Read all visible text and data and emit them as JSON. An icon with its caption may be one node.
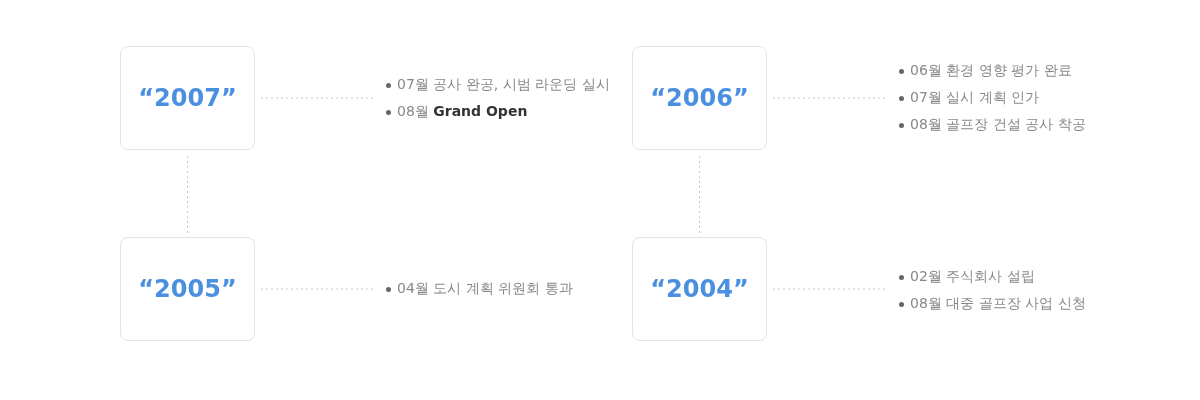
{
  "diagram": {
    "nodes": [
      {
        "text": [
          "“2007”"
        ]
      },
      {
        "text": [
          "07월 공사 완공, 시범 라운딩 실시",
          "08월 **Grand Open**"
        ]
      },
      {
        "text": [
          "“2006”"
        ]
      },
      {
        "text": [
          "06월 환경 영향 평가 완료",
          "07월 실시 계획 인가",
          "08월 골프장 건설 공사 착공"
        ]
      },
      {
        "text": [
          "“2005”"
        ]
      },
      {
        "text": [
          "04월 도시 계획 위원회 통과"
        ]
      },
      {
        "text": [
          "“2004”"
        ]
      },
      {
        "text": [
          "02월 주식회사 설립",
          "08월 대중 골프장 사업 신청"
        ]
      }
    ],
    "edges": [
      {
        "from": 0,
        "to": 1,
        "arrow": "none",
        "style": "dashed"
      },
      {
        "from": 2,
        "to": 3,
        "arrow": "none",
        "style": "dashed"
      },
      {
        "from": 0,
        "to": 4,
        "arrow": "none",
        "style": "dashed"
      },
      {
        "from": 2,
        "to": 6,
        "arrow": "none",
        "style": "dashed"
      },
      {
        "from": 4,
        "to": 5,
        "arrow": "none",
        "style": "dashed"
      },
      {
        "from": 6,
        "to": 7,
        "arrow": "none",
        "style": "dashed"
      }
    ]
  }
}
